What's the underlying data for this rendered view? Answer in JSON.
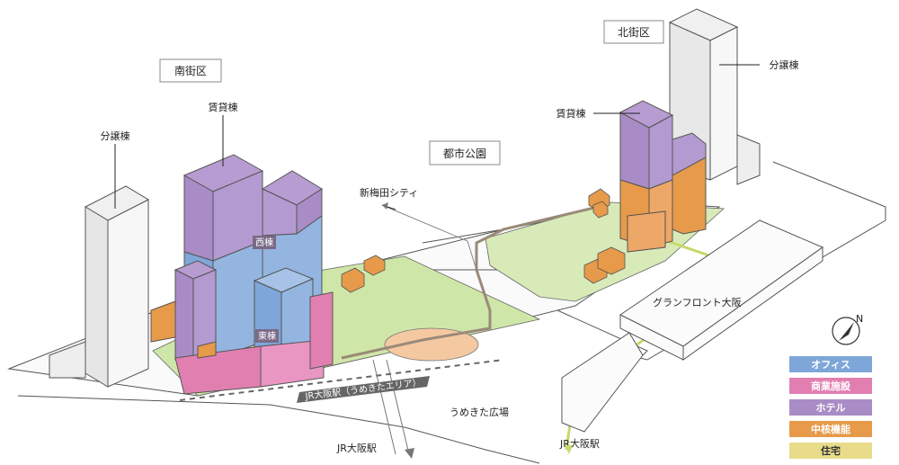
{
  "districts": {
    "south": "南街区",
    "north": "北街区",
    "park": "都市公園"
  },
  "buildings": {
    "south_condo": "分譲棟",
    "south_rental": "賃貸棟",
    "west_tower": "西棟",
    "east_tower": "東棟",
    "north_rental": "賃貸棟",
    "north_condo": "分譲棟"
  },
  "places": {
    "shin_umeda": "新梅田シティ",
    "grand_front": "グランフロント大阪",
    "umekita_plaza": "うめきた広場",
    "jr_line": "JR大阪駅（うめきたエリア）",
    "jr_osaka_1": "JR大阪駅",
    "jr_osaka_2": "JR大阪駅"
  },
  "legend": [
    {
      "label": "オフィス",
      "color": "#7ea6d8"
    },
    {
      "label": "商業施設",
      "color": "#e27fb1"
    },
    {
      "label": "ホテル",
      "color": "#a98cc6"
    },
    {
      "label": "中核機能",
      "color": "#e69a4a"
    },
    {
      "label": "住宅",
      "color": "#e8dc8a"
    }
  ],
  "icons": [
    "north-arrow-icon"
  ]
}
